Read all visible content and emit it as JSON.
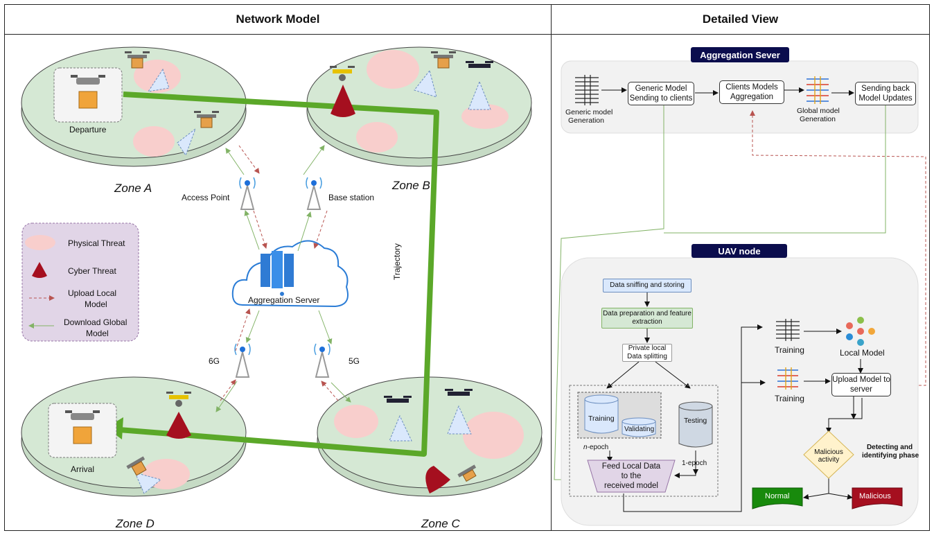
{
  "network_panel": {
    "title": "Network Model",
    "zones": {
      "a": "Zone A",
      "b": "Zone B",
      "c": "Zone C",
      "d": "Zone D"
    },
    "departure": "Departure",
    "arrival": "Arrival",
    "access_point": "Access Point",
    "base_station": "Base station",
    "sixg": "6G",
    "fiveg": "5G",
    "aggregation_server": "Aggregation Server",
    "trajectory": "Trajectory",
    "legend": {
      "physical": "Physical Threat",
      "cyber": "Cyber Threat",
      "upload_l1": "Upload Local",
      "upload_l2": "Model",
      "download_l1": "Download Global",
      "download_l2": "Model"
    }
  },
  "detail_panel": {
    "title": "Detailed View",
    "agg_header": "Aggregation Sever",
    "generic_gen_l1": "Generic model",
    "generic_gen_l2": "Generation",
    "generic_send_l1": "Generic Model",
    "generic_send_l2": "Sending to clients",
    "clients_agg_l1": "Clients Models",
    "clients_agg_l2": "Aggregation",
    "global_gen_l1": "Global model",
    "global_gen_l2": "Generation",
    "sending_back_l1": "Sending back",
    "sending_back_l2": "Model Updates",
    "uav_header": "UAV node",
    "sniffing": "Data sniffing and storing",
    "prep_l1": "Data preparation and feature",
    "prep_l2": "extraction",
    "private_l1": "Private local",
    "private_l2": "Data splitting",
    "training_db": "Training",
    "validating_db": "Validating",
    "testing_db": "Testing",
    "n_epoch_n": "n",
    "n_epoch_rest": "-epoch",
    "one_epoch": "1-epoch",
    "feed_l1": "Feed Local Data",
    "feed_l2": "to the",
    "feed_l3": "received model",
    "training1": "Training",
    "training2": "Training",
    "local_model": "Local Model",
    "upload_l1": "Upload Model to",
    "upload_l2": "server",
    "malicious_l1": "Malicious",
    "malicious_l2": "activity",
    "detect_l1": "Detecting and",
    "detect_l2": "identifying phase",
    "normal": "Normal",
    "malicious_out": "Malicious"
  },
  "colors": {
    "zone_fill": "#d5e8d4",
    "physical_threat": "#f8cecc",
    "cyber_threat": "#a50f1f",
    "trajectory": "#5ba829",
    "upload_arrow": "#b85450",
    "download_arrow": "#82b366",
    "legend_bg": "#e1d5e7",
    "header_bg": "#0b0d4d",
    "normal": "#188a0c",
    "malicious": "#a50f1f"
  }
}
